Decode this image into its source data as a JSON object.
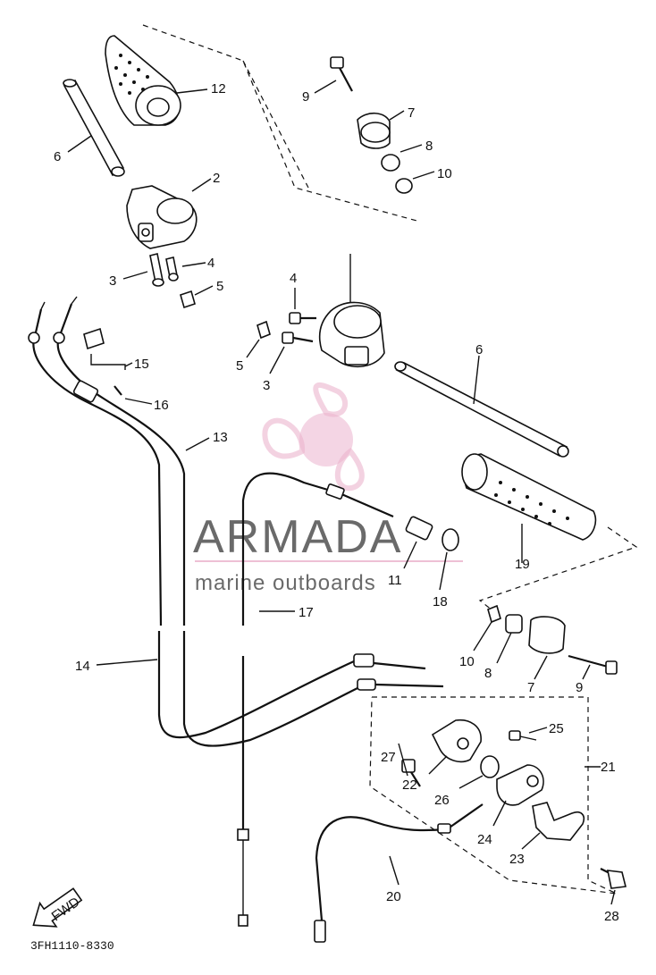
{
  "diagram": {
    "code": "3FH1110-8330",
    "fwd_label": "FWD"
  },
  "watermark": {
    "brand": "ARMADA",
    "tagline": "marine outboards",
    "accent_color": "#e8a6c4",
    "text_color": "#6a6a6a"
  },
  "callouts": [
    {
      "id": "c12",
      "text": "12"
    },
    {
      "id": "c6a",
      "text": "6"
    },
    {
      "id": "c2",
      "text": "2"
    },
    {
      "id": "c3a",
      "text": "3"
    },
    {
      "id": "c4a",
      "text": "4"
    },
    {
      "id": "c5a",
      "text": "5"
    },
    {
      "id": "c9a",
      "text": "9"
    },
    {
      "id": "c7a",
      "text": "7"
    },
    {
      "id": "c8a",
      "text": "8"
    },
    {
      "id": "c10a",
      "text": "10"
    },
    {
      "id": "c4b",
      "text": "4"
    },
    {
      "id": "c5b",
      "text": "5"
    },
    {
      "id": "c3b",
      "text": "3"
    },
    {
      "id": "c6b",
      "text": "6"
    },
    {
      "id": "c15",
      "text": "15"
    },
    {
      "id": "c16",
      "text": "16"
    },
    {
      "id": "c13",
      "text": "13"
    },
    {
      "id": "c11",
      "text": "11"
    },
    {
      "id": "c19",
      "text": "19"
    },
    {
      "id": "c18",
      "text": "18"
    },
    {
      "id": "c17",
      "text": "17"
    },
    {
      "id": "c14",
      "text": "14"
    },
    {
      "id": "c10b",
      "text": "10"
    },
    {
      "id": "c8b",
      "text": "8"
    },
    {
      "id": "c7b",
      "text": "7"
    },
    {
      "id": "c9b",
      "text": "9"
    },
    {
      "id": "c25",
      "text": "25"
    },
    {
      "id": "c27",
      "text": "27"
    },
    {
      "id": "c21",
      "text": "21"
    },
    {
      "id": "c22",
      "text": "22"
    },
    {
      "id": "c26",
      "text": "26"
    },
    {
      "id": "c24",
      "text": "24"
    },
    {
      "id": "c23",
      "text": "23"
    },
    {
      "id": "c20",
      "text": "20"
    },
    {
      "id": "c28",
      "text": "28"
    }
  ]
}
